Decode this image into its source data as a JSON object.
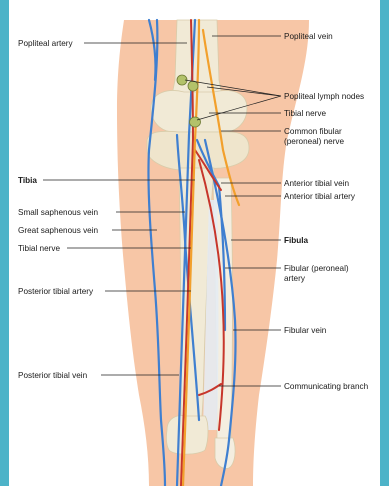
{
  "colors": {
    "frame": "#4db3c8",
    "skin": "#f7c6a6",
    "bone": "#f1ead6",
    "vein": "#3f7fd0",
    "artery": "#c7362b",
    "nerve": "#f2a02c",
    "lymph_node": "#b3c26a"
  },
  "labels_left": {
    "popliteal_artery": "Popliteal artery",
    "tibia": "Tibia",
    "small_saphenous_vein": "Small saphenous vein",
    "great_saphenous_vein": "Great saphenous vein",
    "tibial_nerve": "Tibial nerve",
    "posterior_tibial_artery": "Posterior tibial artery",
    "posterior_tibial_vein": "Posterior tibial vein"
  },
  "labels_right": {
    "popliteal_vein": "Popliteal vein",
    "popliteal_lymph_nodes": "Popliteal lymph nodes",
    "tibial_nerve": "Tibial nerve",
    "common_fibular_nerve_1": "Common fibular",
    "common_fibular_nerve_2": "(peroneal) nerve",
    "anterior_tibial_vein": "Anterior tibial vein",
    "anterior_tibial_artery": "Anterior tibial artery",
    "fibula": "Fibula",
    "fibular_artery_1": "Fibular (peroneal)",
    "fibular_artery_2": "artery",
    "fibular_vein": "Fibular vein",
    "communicating_branch": "Communicating branch"
  }
}
